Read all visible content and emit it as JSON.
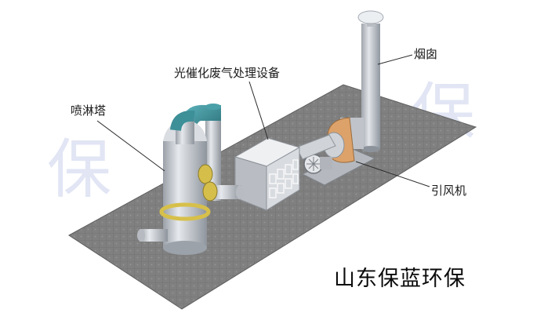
{
  "labels": {
    "spray_tower": "喷淋塔",
    "photocatalytic_unit": "光催化废气处理设备",
    "chimney": "烟囱",
    "induced_draft_fan": "引风机"
  },
  "brand": "山东保蓝环保",
  "watermark": {
    "left_char": "保",
    "right_char": "保"
  },
  "colors": {
    "floor": "#7e7e7e",
    "equipment_gray": "#c2c6cc",
    "pipe_teal": "#3d8f98",
    "ring_yellow": "#d7c04a",
    "fan_orange": "#d89a5a"
  }
}
